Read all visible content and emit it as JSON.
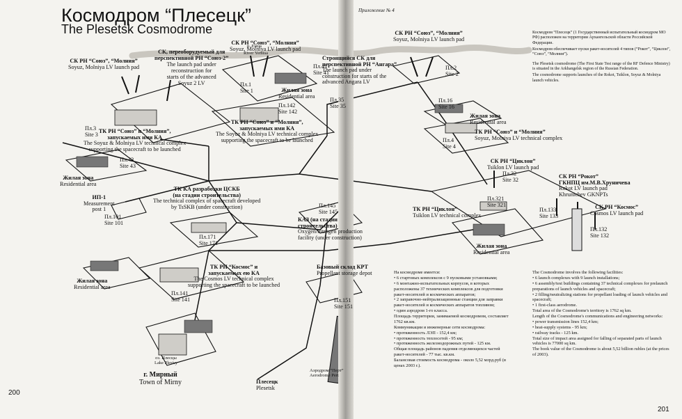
{
  "header": {
    "title_ru": "Космодром “Плесецк”",
    "title_en": "The Plesetsk Cosmodrome",
    "appendix": "Приложение № 4"
  },
  "page_numbers": {
    "left": "200",
    "right": "201"
  },
  "river": {
    "ru": "р. Емца",
    "en": "River Yemtsa"
  },
  "labels": {
    "l1": {
      "ru": "СК РН “Союз”, “Молния”",
      "en": "Soyuz, Molniya LV launch pad",
      "site_ru": "Пл.3",
      "site_en": "Site 3"
    },
    "l2": {
      "ru": "СК, переоборудуемый для перспективной РН “Союз-2”",
      "en": "The launch pad under reconstruction for starts of the advanced Soyuz 2 LV"
    },
    "l3": {
      "ru": "СК РН “Союз”, “Молния”",
      "en": "Soyuz, Molniya LV launch pad",
      "site_ru": "Пл.1",
      "site_en": "Site 1"
    },
    "l4": {
      "site_ru": "Пл.41",
      "site_en": "Site 41",
      "zone_ru": "Жилая зона",
      "zone_en": "Residential area"
    },
    "l5": {
      "ru": "ТК РН “Союз” и “Молния”, запускаемых ими КА",
      "en": "The Soyuz & Molniya LV technical complex supporting the spacecraft to be launched"
    },
    "l6": {
      "site_ru": "Пл.142",
      "site_en": "Site 142",
      "ru": "ТК РН “Союз” и “Молния”, запускаемых ими КА",
      "en": "The Soyuz & Molniya LV technical complex supporting the spacecraft to be launched"
    },
    "l7": {
      "site_ru": "Пл.43",
      "site_en": "Site 43",
      "zone_ru": "Жилая зона",
      "zone_en": "Residential area"
    },
    "l8": {
      "ru": "ИП-1",
      "en": "Measurement post 1",
      "site_ru": "Пл.101",
      "site_en": "Site 101"
    },
    "l9": {
      "ru": "ТК КА разработки ЦСКБ (на стадии строительства)",
      "en": "The technical complex of spacecraft developed by TsSKB (under construction)",
      "site_ru": "Пл.171",
      "site_en": "Site 171"
    },
    "l10": {
      "ru": "Строящийся СК для перспективной РН “Ангара”",
      "en": "The launch pad under construction for starts of the advanced Angara LV",
      "site_ru": "Пл.35",
      "site_en": "Site 35"
    },
    "l11": {
      "site_ru": "Пл.145",
      "site_en": "Site 145",
      "ru": "КАЗ (на стадии строительства)",
      "en": "Oxygen/nitrogen production facility (under construction)"
    },
    "l12": {
      "ru": "СК РН “Союз”, “Молния”",
      "en": "Soyuz, Molniya LV launch pad",
      "site_ru": "Пл.2",
      "site_en": "Site 2"
    },
    "l13": {
      "site_ru": "Пл.16",
      "site_en": "Site 16",
      "zone_ru": "Жилая зона",
      "zone_en": "Residential area"
    },
    "l14": {
      "site_ru": "Пл.4",
      "site_en": "Site 4",
      "ru": "ТК РН “Союз” и “Молния”",
      "en": "Soyuz, Molniya LV technical complex"
    },
    "l15": {
      "ru": "СК РН “Циклон”",
      "en": "Tsiklon LV launch pad",
      "site_ru": "Пл.32",
      "site_en": "Site 32"
    },
    "l16": {
      "ru": "СК РН “Рокот” ГКНПЦ им.М.В.Хруничева",
      "en": "Rokot LV launch pad Khrunichev GKNPTs"
    },
    "l17": {
      "ru": "ТК РН “Циклон”",
      "en": "Tsiklon LV technical complex",
      "site_ru": "Пл.321",
      "site_en": "Site 321"
    },
    "l18": {
      "site_ru": "Пл.133",
      "site_en": "Site 133",
      "ru": "СК РН “Космос”",
      "en": "Cosmos LV launch pad"
    },
    "l19": {
      "site_ru": "Пл.132",
      "site_en": "Site 132",
      "zone_ru": "Жилая зона",
      "zone_en": "Residential area"
    },
    "l20": {
      "zone_ru": "Жилая зона",
      "zone_en": "Residential area"
    },
    "l21": {
      "ru": "ТК РН “Космос” и запускаемых ею КА",
      "en": "The Cosmos LV technical complex supporting the spacecraft to be launched",
      "site_ru": "Пл.141",
      "site_en": "Site 141"
    },
    "l22": {
      "ru": "Базовый склад КРТ",
      "en": "Propellant storage depot",
      "site_ru": "Пл.151",
      "site_en": "Site 151"
    },
    "l23": {
      "ru": "оз. Плесцы",
      "en": "Lake Plestsy",
      "town_ru": "г. Мирный",
      "town_en": "Town of Mirny"
    },
    "l24": {
      "ru": "Аэродром “Перт”",
      "en": "Aerodrome Pert"
    },
    "l25": {
      "ru": "Плесецк",
      "en": "Plesetsk"
    }
  },
  "notes_ru": [
    "Космодром “Плесецк” (1 Государственный испытательный космодром МО РФ) расположен на территории Архангельской области Российской Федерации.",
    "Космодром обеспечивает пуски ракет-носителей 4 типов (“Рокот”, “Циклон”, “Союз”, “Молния”)."
  ],
  "notes_en": [
    "The Plesetsk cosmodrome (The First State Test range of the RF Defence Ministry) is situated in the Arkhangelsk region of the Russian Federation.",
    "The cosmodrome supports launches of the Rokot, Tsiklon, Soyuz & Molniya launch vehicles."
  ],
  "facts_ru": {
    "heading": "На космодроме имеется:",
    "items": [
      "• 6 стартовых комплексов с 9 пусковыми установками;",
      "• 6 монтажно-испытательных корпусов, в которых расположены 37 технических комплексов для подготовки ракет-носителей и космических аппаратов;",
      "• 2 заправочно-нейтрализационные станции для заправки ракет-носителей и космических аппаратов топливом;",
      "• один аэродром 1-го класса.",
      "Площадь территории, занимаемой космодромом, составляет 1762 кв.км.",
      "Коммуникации и инженерные сети космодрома:",
      "• протяженность ЛЭП - 152,4 км;",
      "• протяженность теплосетей - 95 км;",
      "• протяженность железнодорожных путей - 125 км.",
      "Общая площадь районов падения отделяющихся частей ракет-носителей - 77 тыс. кв.км.",
      "Балансовая стоимость космодрома - около 5,52 млрд.руб (в ценах 2003 г.)."
    ]
  },
  "facts_en": {
    "heading": "The Cosmodrome involves the following facilities:",
    "items": [
      "• 6 launch complexes with 9 launch installations;",
      "• 6 assembly/test buildings containing 37 technical complexes for prelaunch preparations of launch vehicles and spacecraft;",
      "• 2 filling/neutralizing stations for propellant loading of launch vehicles and spacecraft;",
      "• 1 first-class aerodrome.",
      "Total area of the Cosmodrome's territory is 1762 sq km.",
      "Length of the Cosmodrome's communications and engineering networks:",
      "• power transmission lines 152,4 km;",
      "• heat-supply systems - 95 km;",
      "• railway tracks - 125 km.",
      "Total size of impact area assigned for falling of separated parts of launch vehicles is 77000 sq km.",
      "The book value of the Cosmodrome is about 5,52 billion rubles (at the prices of 2003)."
    ]
  }
}
